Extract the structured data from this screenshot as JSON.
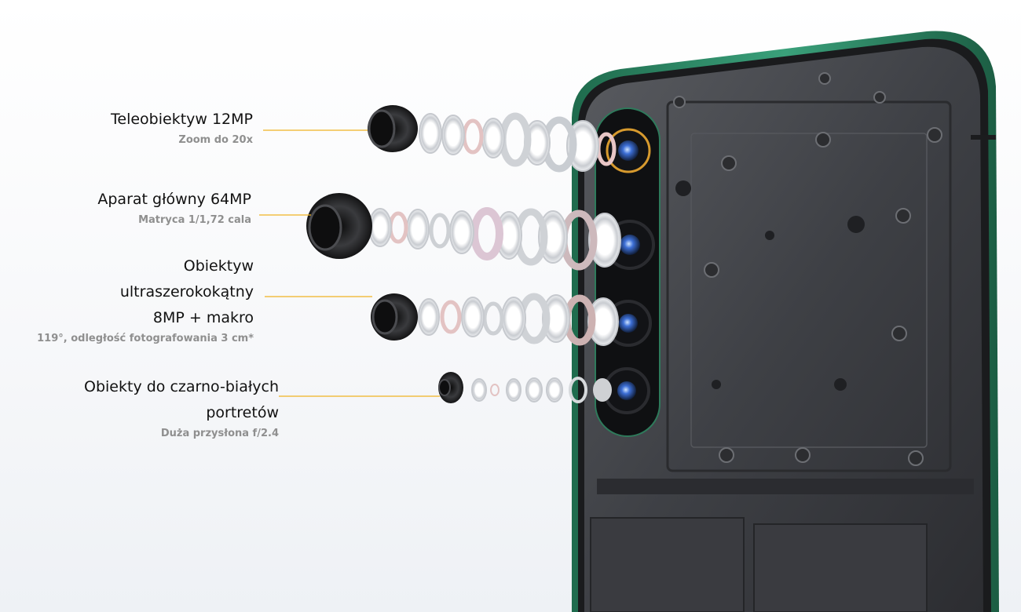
{
  "accent_color": "#f0b323",
  "phone_frame_color": "#2f8f68",
  "cameras": [
    {
      "title_lines": [
        "Teleobiektyw 12MP"
      ],
      "subtitle": "Zoom do 20x"
    },
    {
      "title_lines": [
        "Aparat główny 64MP"
      ],
      "subtitle": "Matryca 1/1,72 cala"
    },
    {
      "title_lines": [
        "Obiektyw",
        "ultraszerokokątny",
        "8MP + makro"
      ],
      "subtitle": "119°, odległość fotografowania 3 cm*"
    },
    {
      "title_lines": [
        "Obiekty do czarno-białych",
        "portretów"
      ],
      "subtitle": "Duża przysłona f/2.4"
    }
  ]
}
